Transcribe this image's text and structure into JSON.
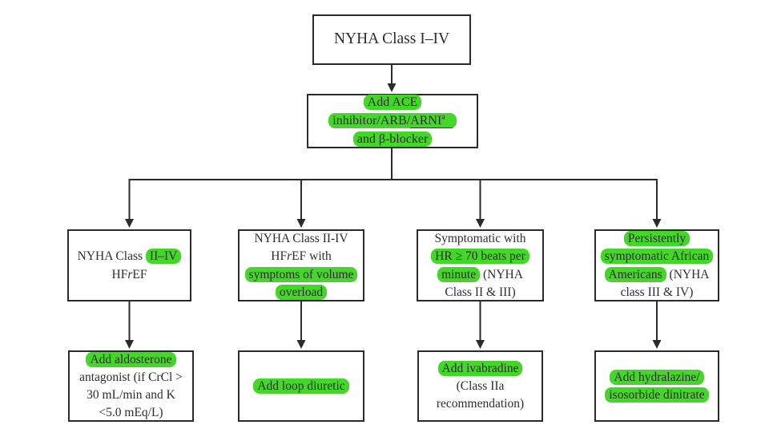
{
  "diagram": {
    "type": "flowchart",
    "description": "Heart failure treatment algorithm by NYHA class"
  },
  "colors": {
    "highlight": "#45d62a",
    "border": "#2b2b2b",
    "text": "#2d2d2d",
    "background": "#ffffff"
  },
  "nodes": {
    "root": {
      "line1": "NYHA Class I–IV"
    },
    "ace": {
      "line1": "Add ACE",
      "line2_pre": "inhibitor/ARB/",
      "line2_arni": "ARNI",
      "line2_sup": "a",
      "line3": "and β-blocker"
    },
    "hfref": {
      "line1_pre": "NYHA Class ",
      "line1_hl": "II–IV",
      "line2_pre": "HF",
      "line2_italic": "r",
      "line2_post": "EF"
    },
    "volume": {
      "line1": "NYHA Class II-IV",
      "line2_pre": "HF",
      "line2_italic": "r",
      "line2_post": "EF with",
      "line3": "symptoms of volume",
      "line4": "overload"
    },
    "hr70": {
      "line1": "Symptomatic with",
      "line2": "HR ≥ 70 beats per",
      "line3_hl": "minute",
      "line3_post": " (NYHA",
      "line4": "Class II & III)"
    },
    "african": {
      "line1": "Persistently",
      "line2": "symptomatic African",
      "line3_hl": "Americans",
      "line3_post": " (NYHA",
      "line4": "class III & IV)"
    },
    "aldosterone": {
      "line1": "Add aldosterone",
      "line2": "antagonist (if CrCl >",
      "line3": "30 mL/min and K",
      "line4": "<5.0 mEq/L)"
    },
    "loop": {
      "line1": "Add loop diuretic"
    },
    "ivabradine": {
      "line1": "Add ivabradine",
      "line2": "(Class IIa",
      "line3": "recommendation)"
    },
    "hydralazine": {
      "line1": "Add hydralazine/",
      "line2": "isosorbide dinitrate"
    }
  }
}
